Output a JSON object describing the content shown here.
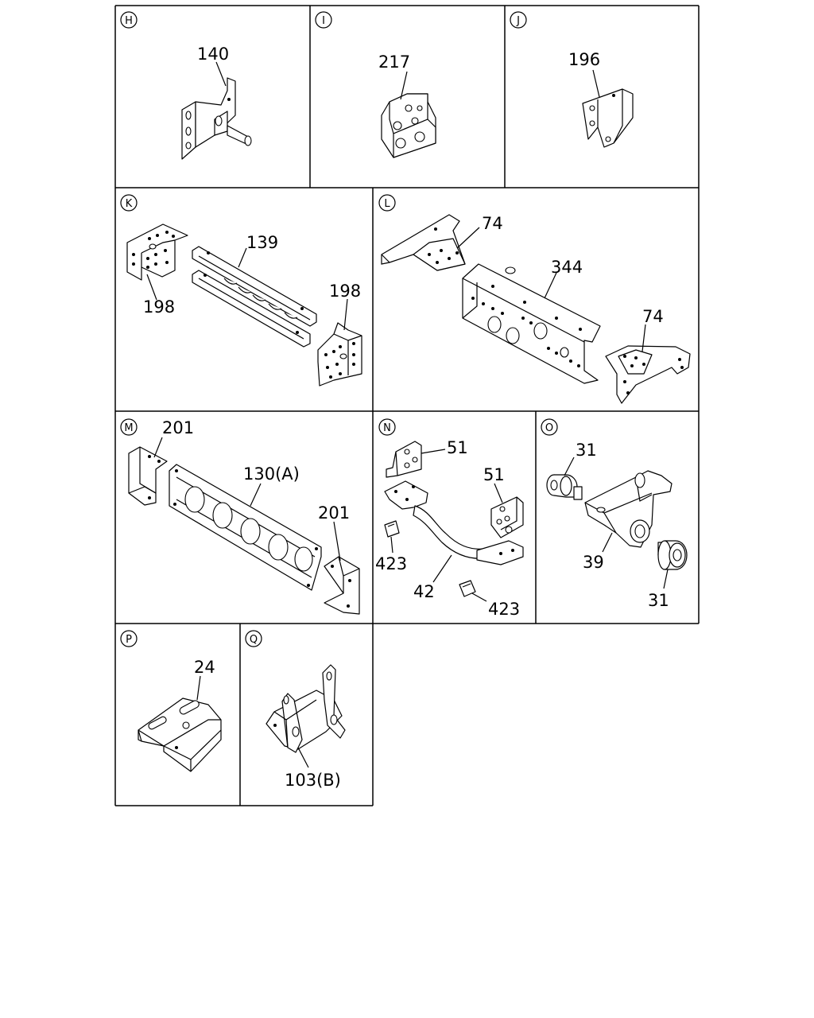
{
  "panels": [
    {
      "id": "H",
      "letter": "H",
      "parts": [
        "140"
      ]
    },
    {
      "id": "I",
      "letter": "I",
      "parts": [
        "217"
      ]
    },
    {
      "id": "J",
      "letter": "J",
      "parts": [
        "196"
      ]
    },
    {
      "id": "K",
      "letter": "K",
      "parts": [
        "139",
        "198",
        "198"
      ]
    },
    {
      "id": "L",
      "letter": "L",
      "parts": [
        "74",
        "344",
        "74"
      ]
    },
    {
      "id": "M",
      "letter": "M",
      "parts": [
        "201",
        "130(A)",
        "201"
      ]
    },
    {
      "id": "N",
      "letter": "N",
      "parts": [
        "51",
        "51",
        "423",
        "42",
        "423"
      ]
    },
    {
      "id": "O",
      "letter": "O",
      "parts": [
        "31",
        "39",
        "31"
      ]
    },
    {
      "id": "P",
      "letter": "P",
      "parts": [
        "24"
      ]
    },
    {
      "id": "Q",
      "letter": "Q",
      "parts": [
        "103(B)"
      ]
    }
  ]
}
